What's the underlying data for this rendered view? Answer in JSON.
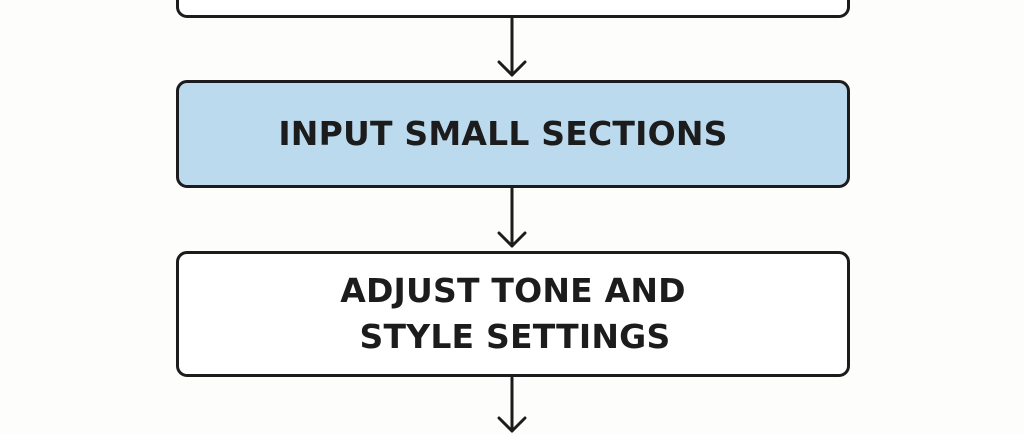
{
  "steps": [
    {
      "label": ""
    },
    {
      "label": "INPUT SMALL SECTIONS"
    },
    {
      "lines": [
        "ADJUST TONE AND",
        "STYLE SETTINGS"
      ]
    }
  ],
  "colors": {
    "highlight_fill": "#bcdaee",
    "stroke": "#1c1c1c",
    "background": "#fdfdfc"
  }
}
